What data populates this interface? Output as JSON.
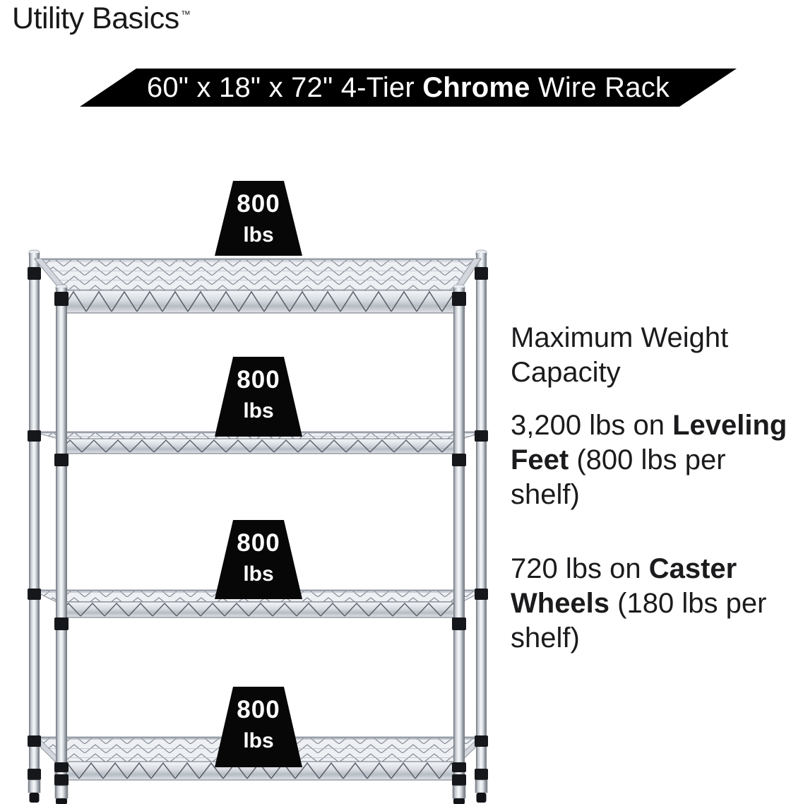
{
  "brand": {
    "name": "Utility Basics",
    "trademark": "™"
  },
  "banner": {
    "title_prefix": "60\" x 18\" x 72\" 4-Tier ",
    "title_bold": "Chrome",
    "title_suffix": " Wire Rack"
  },
  "rack": {
    "description": "4-tier chrome wire shelving rack on leveling feet",
    "shelf_count": 4,
    "weights": [
      {
        "value": "800",
        "unit": "lbs"
      },
      {
        "value": "800",
        "unit": "lbs"
      },
      {
        "value": "800",
        "unit": "lbs"
      },
      {
        "value": "800",
        "unit": "lbs"
      }
    ]
  },
  "details": {
    "heading_lines": [
      "Maximum Weight",
      "Capacity"
    ],
    "specs": [
      {
        "lines": [
          {
            "normal": "3,200 lbs on ",
            "bold": "Leveling"
          },
          {
            "bold": "Feet",
            "normal": " (800 lbs per"
          },
          {
            "normal": "shelf)"
          }
        ]
      },
      {
        "lines": [
          {
            "normal": "720 lbs on ",
            "bold": "Caster"
          },
          {
            "bold": "Wheels",
            "normal": " (180 lbs per"
          },
          {
            "normal": "shelf)"
          }
        ]
      }
    ]
  },
  "colors": {
    "banner_bg": "#000000",
    "banner_text": "#ffffff",
    "body_text": "#1c1c1e",
    "weight_badge_bg": "#070707",
    "weight_badge_text": "#ffffff",
    "chrome_light": "#f6f8fa",
    "chrome_dark": "#6e737b"
  }
}
